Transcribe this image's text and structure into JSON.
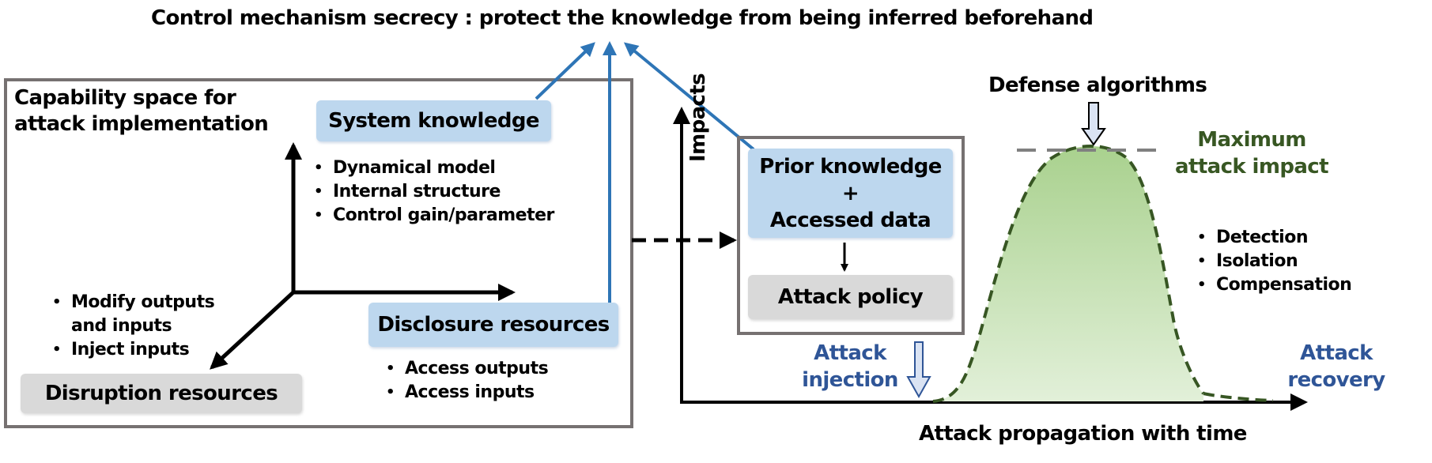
{
  "title": "Control mechanism secrecy : protect the knowledge from being inferred beforehand",
  "capability_space": {
    "title_line1": "Capability space for",
    "title_line2": "attack implementation",
    "system_knowledge": {
      "label": "System knowledge",
      "items": [
        "Dynamical model",
        "Internal structure",
        "Control gain/parameter"
      ]
    },
    "disruption_resources": {
      "label": "Disruption resources",
      "items": [
        "Modify outputs",
        "and inputs",
        "Inject inputs"
      ]
    },
    "disclosure_resources": {
      "label": "Disclosure resources",
      "items": [
        "Access outputs",
        "Access inputs"
      ]
    }
  },
  "attack_model": {
    "prior_knowledge": "Prior knowledge",
    "plus": "+",
    "accessed_data": "Accessed data",
    "attack_policy": "Attack policy"
  },
  "impact_plot": {
    "y_axis_label": "Impacts",
    "x_axis_label": "Attack propagation with time",
    "defense_algorithms": "Defense algorithms",
    "max_impact_line1": "Maximum",
    "max_impact_line2": "attack impact",
    "defense_items": [
      "Detection",
      "Isolation",
      "Compensation"
    ],
    "attack_injection_line1": "Attack",
    "attack_injection_line2": "injection",
    "attack_recovery_line1": "Attack",
    "attack_recovery_line2": "recovery"
  },
  "colors": {
    "blue_box": "#bdd7ee",
    "gray_box": "#d9d9d9",
    "frame": "#767171",
    "secrecy_arrows": "#2e75b6",
    "curve_stroke": "#375623",
    "curve_fill_top": "#a9d18e",
    "curve_fill_bottom": "#e2f0d9",
    "blue_text": "#2f5597",
    "green_text": "#385723"
  }
}
